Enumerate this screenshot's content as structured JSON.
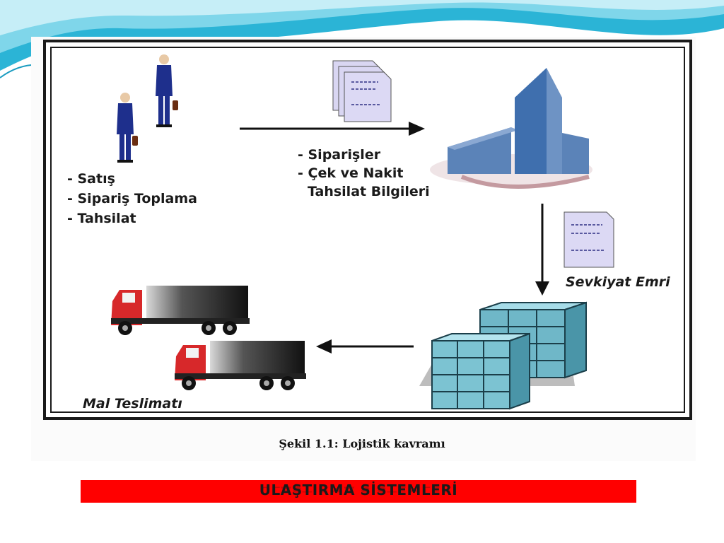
{
  "figure": {
    "sales_lines": [
      "- Satış",
      "- Sipariş Toplama",
      "- Tahsilat"
    ],
    "order_lines": [
      "- Siparişler",
      "- Çek ve Nakit",
      "Tahsilat Bilgileri"
    ],
    "shipping_label": "Sevkiyat Emri",
    "delivery_label": "Mal Teslimatı"
  },
  "caption": "Şekil 1.1: Lojistik kavramı",
  "section_title": "ULAŞTIRMA SİSTEMLERİ",
  "icons": [
    "businessmen-icon",
    "documents-icon",
    "headquarters-building-icon",
    "document-icon",
    "warehouse-racks-icon",
    "truck-icon"
  ],
  "colors": {
    "accent_bar": "#ff0000",
    "wave_blue": "#1aa6c8"
  }
}
